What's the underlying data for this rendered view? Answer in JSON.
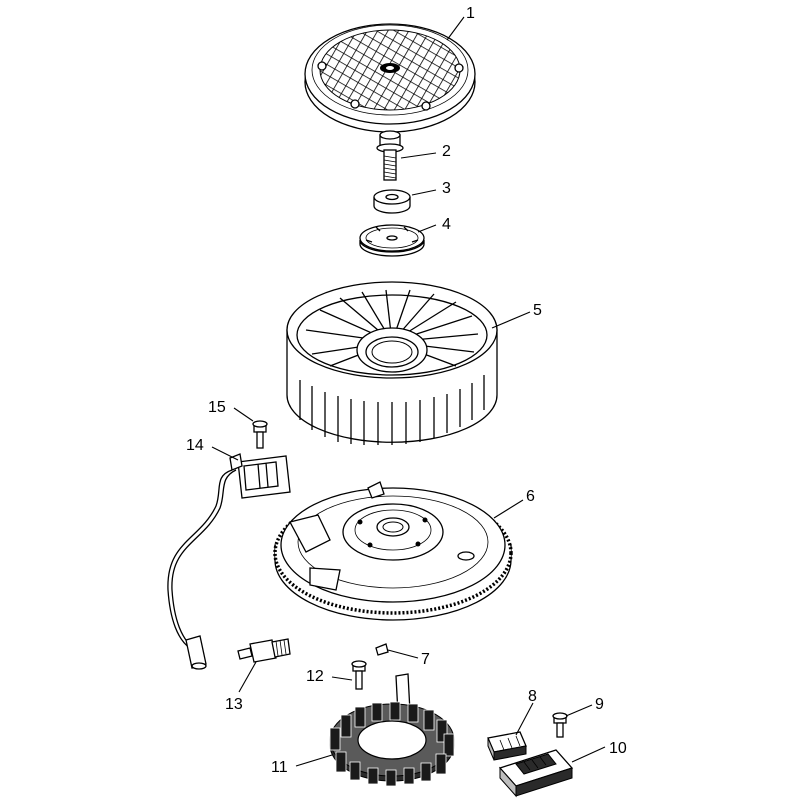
{
  "parts": [
    {
      "id": "callout-1",
      "number": "1",
      "name": "flywheel-screen-part"
    },
    {
      "id": "callout-2",
      "number": "2",
      "name": "flywheel-bolt-part"
    },
    {
      "id": "callout-3",
      "number": "3",
      "name": "washer-part"
    },
    {
      "id": "callout-4",
      "number": "4",
      "name": "retainer-plate-part"
    },
    {
      "id": "callout-5",
      "number": "5",
      "name": "fan-part"
    },
    {
      "id": "callout-6",
      "number": "6",
      "name": "flywheel-part"
    },
    {
      "id": "callout-7",
      "number": "7",
      "name": "flywheel-key-part"
    },
    {
      "id": "callout-8",
      "number": "8",
      "name": "connector-part"
    },
    {
      "id": "callout-9",
      "number": "9",
      "name": "regulator-screw-part"
    },
    {
      "id": "callout-10",
      "number": "10",
      "name": "regulator-part"
    },
    {
      "id": "callout-11",
      "number": "11",
      "name": "stator-part"
    },
    {
      "id": "callout-12",
      "number": "12",
      "name": "stator-screw-part"
    },
    {
      "id": "callout-13",
      "number": "13",
      "name": "spark-plug-part"
    },
    {
      "id": "callout-14",
      "number": "14",
      "name": "ignition-coil-part"
    },
    {
      "id": "callout-15",
      "number": "15",
      "name": "coil-screw-part"
    }
  ]
}
